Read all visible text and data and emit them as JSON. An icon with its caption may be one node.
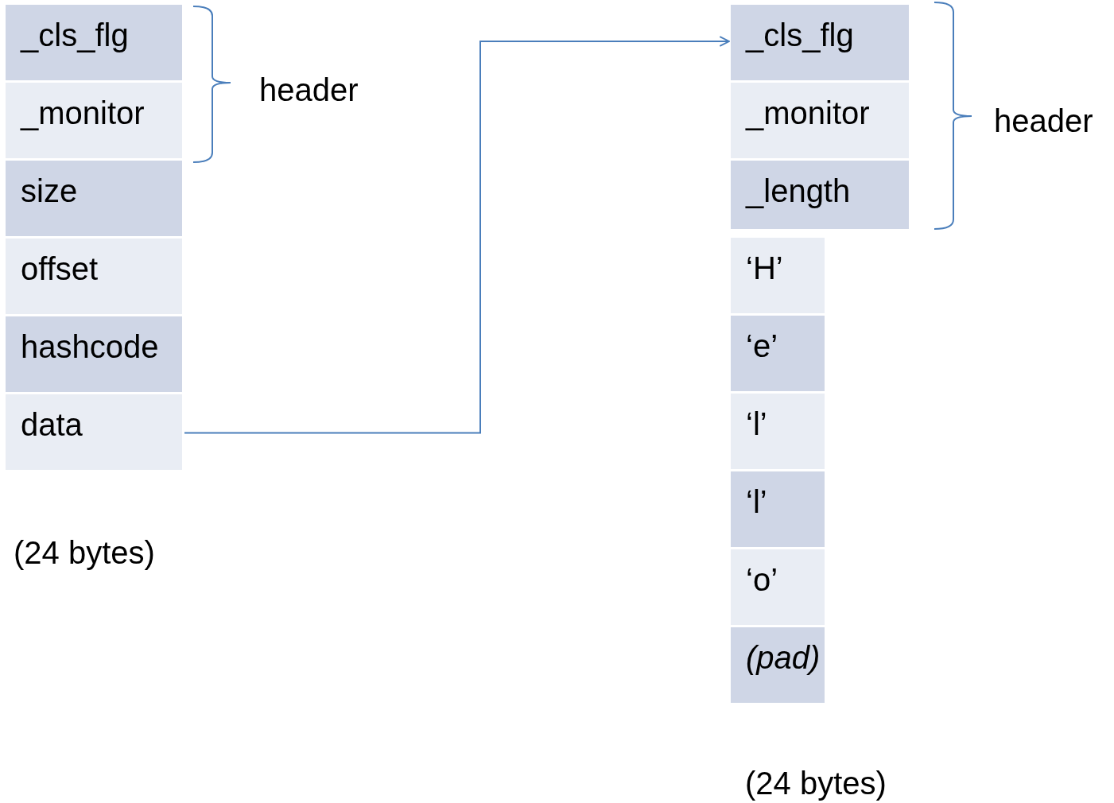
{
  "diagram": {
    "nodes": [
      {
        "text": [
          "_cls_flg"
        ]
      },
      {
        "text": [
          "_monitor"
        ]
      },
      {
        "text": [
          "size"
        ]
      },
      {
        "text": [
          "offset"
        ]
      },
      {
        "text": [
          "hashcode"
        ]
      },
      {
        "text": [
          "data"
        ]
      },
      {
        "text": [
          "_cls_flg"
        ]
      },
      {
        "text": [
          "_monitor"
        ]
      },
      {
        "text": [
          "_length"
        ]
      },
      {
        "text": [
          "‘H’"
        ]
      },
      {
        "text": [
          "‘e’"
        ]
      },
      {
        "text": [
          "‘l’"
        ]
      },
      {
        "text": [
          "‘l’"
        ]
      },
      {
        "text": [
          "‘o’"
        ]
      },
      {
        "text": [
          "(pad)"
        ]
      }
    ],
    "edges": [
      {
        "from": 5,
        "to": 6,
        "arrow": "to"
      }
    ],
    "labels": [
      "header",
      "header",
      "(24 bytes)",
      "(24 bytes)"
    ]
  }
}
